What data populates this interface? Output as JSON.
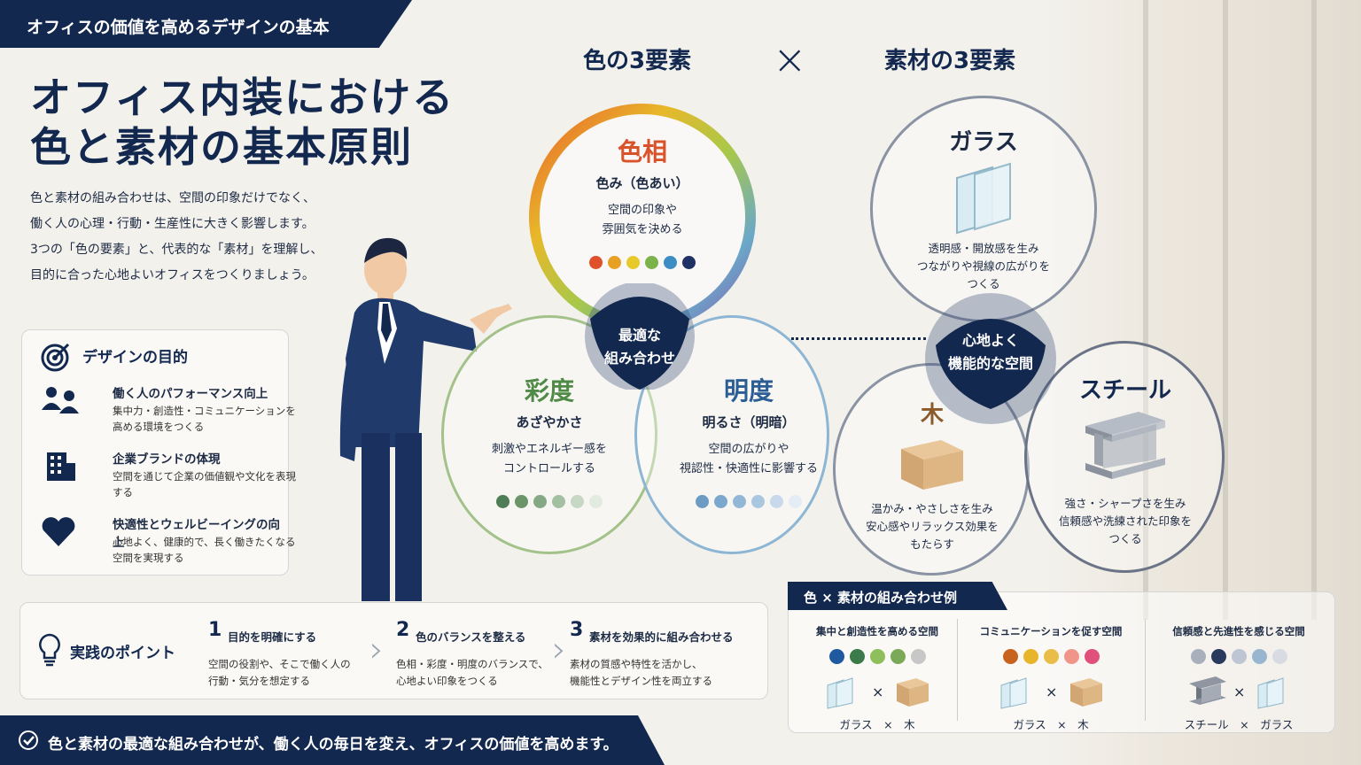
{
  "banner": "オフィスの価値を高めるデザインの基本",
  "title_line1": "オフィス内装における",
  "title_line2": "色と素材の基本原則",
  "intro": [
    "色と素材の組み合わせは、空間の印象だけでなく、",
    "働く人の心理・行動・生産性に大きく影響します。",
    "3つの「色の要素」と、代表的な「素材」を理解し、",
    "目的に合った心地よいオフィスをつくりましょう。"
  ],
  "purpose": {
    "heading": "デザインの目的",
    "items": [
      {
        "title": "働く人のパフォーマンス向上",
        "desc": "集中力・創造性・コミュニケーションを高める環境をつくる",
        "icon": "people-icon"
      },
      {
        "title": "企業ブランドの体現",
        "desc": "空間を通じて企業の価値観や文化を表現する",
        "icon": "building-icon"
      },
      {
        "title": "快適性とウェルビーイングの向上",
        "desc": "心地よく、健康的で、長く働きたくなる空間を実現する",
        "icon": "heart-icon"
      }
    ]
  },
  "headers": {
    "color": "色の3要素",
    "times": "×",
    "material": "素材の3要素"
  },
  "color_elements": {
    "hue": {
      "name": "色相",
      "sub": "色み（色あい）",
      "desc1": "空間の印象や",
      "desc2": "雰囲気を決める",
      "dots": [
        "#e0502a",
        "#e8a023",
        "#e8c92a",
        "#7bb24a",
        "#3c8dc4",
        "#1f3266"
      ]
    },
    "saturation": {
      "name": "彩度",
      "sub": "あざやかさ",
      "desc1": "刺激やエネルギー感を",
      "desc2": "コントロールする",
      "dots": [
        "#4f7d55",
        "#6b9469",
        "#85a985",
        "#a3c0a0",
        "#c6d7c3",
        "#e2ebe0"
      ]
    },
    "brightness": {
      "name": "明度",
      "sub": "明るさ（明暗）",
      "desc1": "空間の広がりや",
      "desc2": "視認性・快適性に影響する",
      "dots": [
        "#6c9cc4",
        "#7da8cd",
        "#93b7d6",
        "#abc7e0",
        "#c7d9ea",
        "#e4edf5"
      ]
    },
    "center": {
      "line1": "最適な",
      "line2": "組み合わせ"
    }
  },
  "material_elements": {
    "glass": {
      "name": "ガラス",
      "desc1": "透明感・開放感を生み",
      "desc2": "つながりや視線の広がりを",
      "desc3": "つくる"
    },
    "wood": {
      "name": "木",
      "desc1": "温かみ・やさしさを生み",
      "desc2": "安心感やリラックス効果を",
      "desc3": "もたらす"
    },
    "steel": {
      "name": "スチール",
      "desc1": "強さ・シャープさを生み",
      "desc2": "信頼感や洗練された印象を",
      "desc3": "つくる"
    },
    "center": {
      "line1": "心地よく",
      "line2": "機能的な空間"
    }
  },
  "practice": {
    "heading": "実践のポイント",
    "steps": [
      {
        "num": "1",
        "title": "目的を明確にする",
        "d1": "空間の役割や、そこで働く人の",
        "d2": "行動・気分を想定する"
      },
      {
        "num": "2",
        "title": "色のバランスを整える",
        "d1": "色相・彩度・明度のバランスで、",
        "d2": "心地よい印象をつくる"
      },
      {
        "num": "3",
        "title": "素材を効果的に組み合わせる",
        "d1": "素材の質感や特性を活かし、",
        "d2": "機能性とデザイン性を両立する"
      }
    ]
  },
  "combo": {
    "tag": "色 × 素材の組み合わせ例",
    "columns": [
      {
        "title": "集中と創造性を高める空間",
        "dots": [
          "#1f5aa0",
          "#3c7a4a",
          "#8fbf5a",
          "#7aaa58",
          "#c7c7c7"
        ],
        "label": "ガラス　×　木",
        "m1": "glass",
        "m2": "wood"
      },
      {
        "title": "コミュニケーションを促す空間",
        "dots": [
          "#c8631f",
          "#e8b42a",
          "#e8be48",
          "#f0958a",
          "#e0507a"
        ],
        "label": "ガラス　×　木",
        "m1": "glass",
        "m2": "wood"
      },
      {
        "title": "信頼感と先進性を感じる空間",
        "dots": [
          "#a8b0bc",
          "#2a3a5c",
          "#bdc6d2",
          "#98b6d0",
          "#d8dce2"
        ],
        "label": "スチール　×　ガラス",
        "m1": "steel",
        "m2": "glass"
      }
    ]
  },
  "bottom": "色と素材の最適な組み合わせが、働く人の毎日を変え、オフィスの価値を高めます。",
  "colors": {
    "navy": "#13284f"
  }
}
